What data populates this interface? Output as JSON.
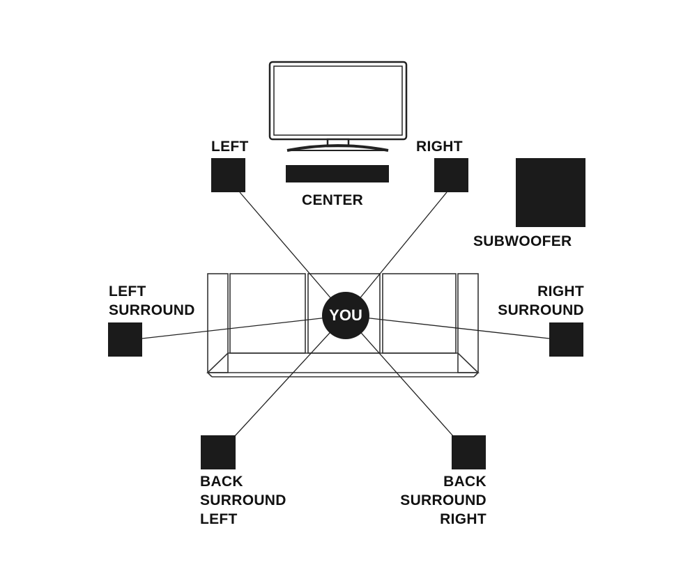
{
  "labels": {
    "left": "LEFT",
    "right": "RIGHT",
    "center": "CENTER",
    "subwoofer": "SUBWOOFER",
    "left_surround": [
      "LEFT",
      "SURROUND"
    ],
    "right_surround": [
      "RIGHT",
      "SURROUND"
    ],
    "back_surround_left": [
      "BACK",
      "SURROUND",
      "LEFT"
    ],
    "back_surround_right": [
      "BACK",
      "SURROUND",
      "RIGHT"
    ],
    "you": "YOU"
  },
  "colors": {
    "speaker": "#1b1b1b",
    "line": "#222222",
    "background": "#ffffff"
  }
}
